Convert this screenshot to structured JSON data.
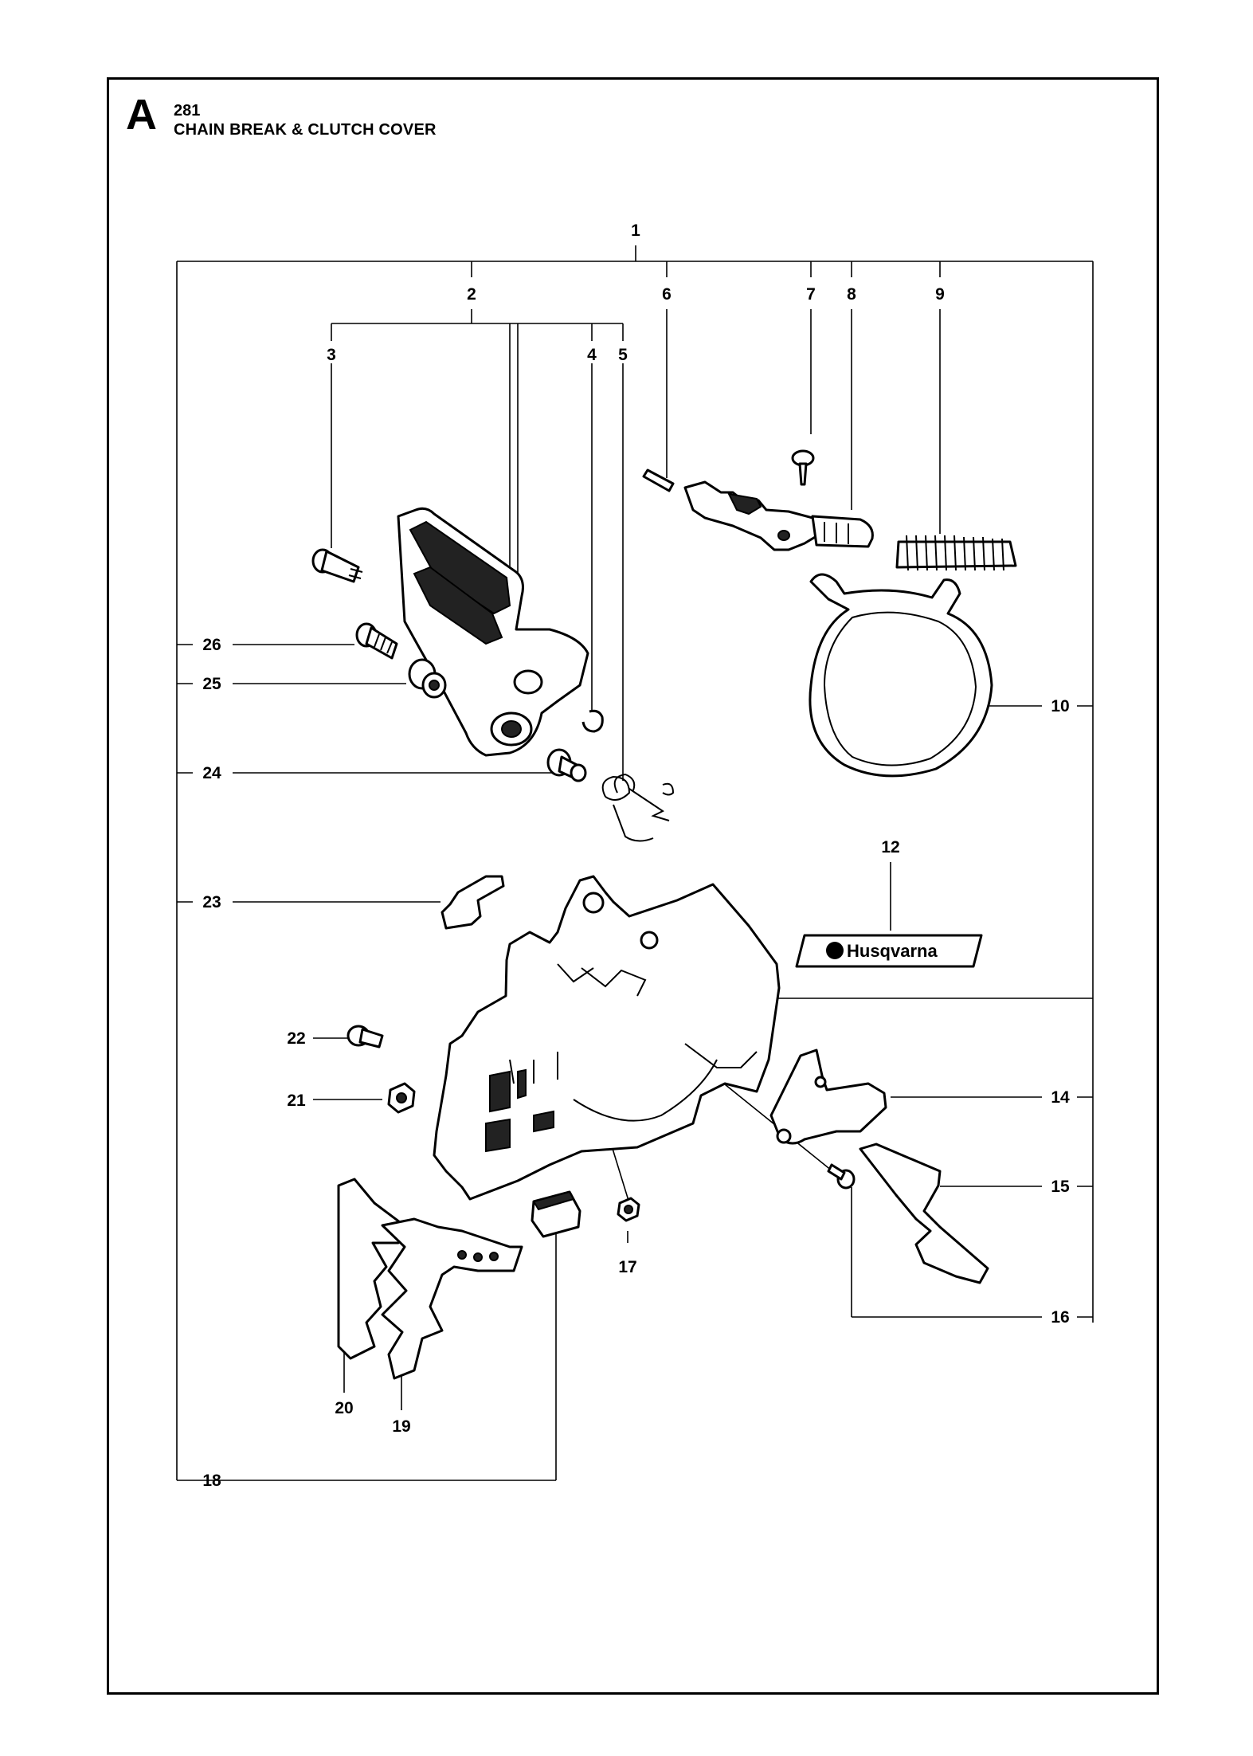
{
  "header": {
    "section_letter": "A",
    "section_number": "281",
    "title": "CHAIN BREAK & CLUTCH COVER"
  },
  "callouts": {
    "c1": "1",
    "c2": "2",
    "c3": "3",
    "c4": "4",
    "c5": "5",
    "c6": "6",
    "c7": "7",
    "c8": "8",
    "c9": "9",
    "c10": "10",
    "c12": "12",
    "c14": "14",
    "c15": "15",
    "c16": "16",
    "c17": "17",
    "c18": "18",
    "c19": "19",
    "c20": "20",
    "c21": "21",
    "c22": "22",
    "c23": "23",
    "c24": "24",
    "c25": "25",
    "c26": "26"
  },
  "decal": {
    "brand_text": "Husqvarna"
  }
}
